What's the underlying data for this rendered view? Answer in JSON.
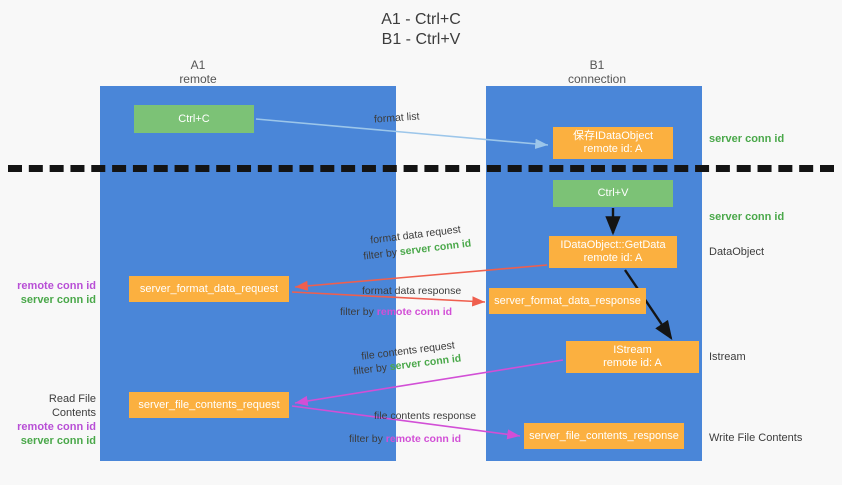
{
  "title": {
    "line1": "A1 - Ctrl+C",
    "line2": "B1 - Ctrl+V"
  },
  "columns": {
    "left": {
      "name": "A1",
      "role": "remote"
    },
    "right": {
      "name": "B1",
      "role": "connection"
    }
  },
  "colors": {
    "lane": "#4a86d8",
    "green_box": "#7cc276",
    "orange_box": "#fbb040",
    "server_conn_id": "#4aa84a",
    "remote_conn_id": "#b84fd6",
    "divider": "#141414",
    "arrow_blue": "#9cc6ea",
    "arrow_red": "#ef5f4e",
    "arrow_magenta": "#d24fd6",
    "arrow_black": "#141414",
    "page_bg": "#f8f8f8"
  },
  "boxes": {
    "ctrl_c": "Ctrl+C",
    "save_idataobject_line1": "保存IDataObject",
    "save_idataobject_line2": "remote id: A",
    "ctrl_v": "Ctrl+V",
    "getdata_line1": "IDataObject::GetData",
    "getdata_line2": "remote id: A",
    "format_data_request": "server_format_data_request",
    "format_data_response": "server_format_data_response",
    "istream_line1": "IStream",
    "istream_line2": "remote id: A",
    "file_contents_request": "server_file_contents_request",
    "file_contents_response": "server_file_contents_response"
  },
  "annotations": {
    "right": {
      "server_conn_id_top": "server conn id",
      "server_conn_id_mid": "server conn id",
      "dataobject": "DataObject",
      "istream": "Istream",
      "write_file_contents": "Write File Contents"
    },
    "left": {
      "remote_conn_id_1": "remote conn id",
      "server_conn_id_1": "server conn id",
      "read_file_contents": "Read File Contents",
      "remote_conn_id_2": "remote conn id",
      "server_conn_id_2": "server conn id"
    }
  },
  "edges": {
    "format_list": "format list",
    "format_data_request": "format data request",
    "format_data_request_filter_prefix": "filter by ",
    "format_data_request_filter_value": "server conn id",
    "format_data_response": "format data response",
    "format_data_response_filter_prefix": "filter by ",
    "format_data_response_filter_value": "remote conn id",
    "file_contents_request": "file contents request",
    "file_contents_request_filter_prefix": "filter by ",
    "file_contents_request_filter_value": "server conn id",
    "file_contents_response": "file contents response",
    "file_contents_response_filter_prefix": "filter by ",
    "file_contents_response_filter_value": "remote conn id"
  }
}
